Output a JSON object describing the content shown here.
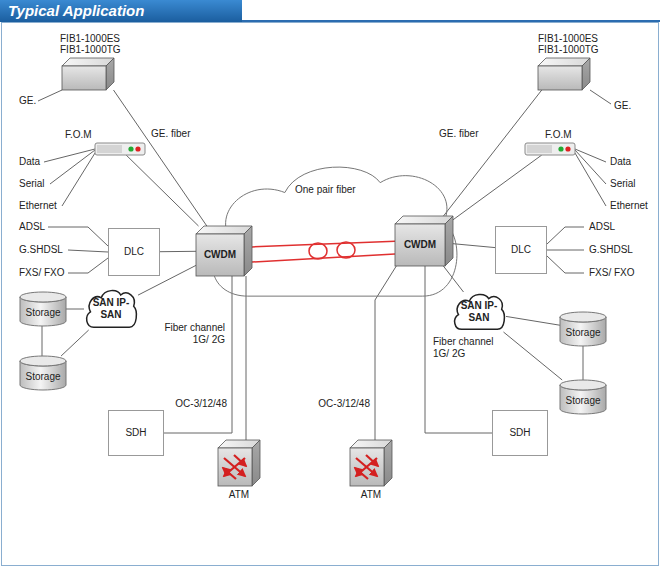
{
  "diagram": {
    "title": "Typical Application",
    "nodes": [
      {
        "text": [
          "FIB1-1000ES FIB1-1000TG"
        ]
      },
      {
        "text": [
          "FIB1-1000ES FIB1-1000TG"
        ]
      },
      {
        "text": [
          "F.O.M"
        ]
      },
      {
        "text": [
          "F.O.M"
        ]
      },
      {
        "text": [
          "One pair fiber"
        ]
      },
      {
        "text": [
          "CWDM"
        ]
      },
      {
        "text": [
          "CWDM"
        ]
      },
      {
        "text": [
          "DLC"
        ]
      },
      {
        "text": [
          "DLC"
        ]
      },
      {
        "text": [
          "Storage"
        ]
      },
      {
        "text": [
          "SAN IP-SAN"
        ]
      },
      {
        "text": [
          "SAN IP-SAN"
        ]
      },
      {
        "text": [
          "Storage"
        ]
      },
      {
        "text": [
          "Storage"
        ]
      },
      {
        "text": [
          "Storage"
        ]
      },
      {
        "text": [
          "SDH"
        ]
      },
      {
        "text": [
          "SDH"
        ]
      },
      {
        "text": [
          "ATM"
        ]
      },
      {
        "text": [
          "ATM"
        ]
      }
    ],
    "edges": [
      {
        "from": 0,
        "to": 5,
        "arrow": "none",
        "label": "GE. fiber"
      },
      {
        "from": 1,
        "to": 6,
        "arrow": "none",
        "label": "GE. fiber"
      },
      {
        "from": 2,
        "to": 5,
        "arrow": "none"
      },
      {
        "from": 3,
        "to": 6,
        "arrow": "none"
      },
      {
        "from": 7,
        "to": 5,
        "arrow": "none"
      },
      {
        "from": 8,
        "to": 6,
        "arrow": "none"
      },
      {
        "from": 10,
        "to": 5,
        "arrow": "none",
        "label": "Fiber channel 1G/ 2G"
      },
      {
        "from": 11,
        "to": 6,
        "arrow": "none",
        "label": "Fiber channel 1G/ 2G"
      },
      {
        "from": 15,
        "to": 5,
        "arrow": "none"
      },
      {
        "from": 16,
        "to": 6,
        "arrow": "none"
      },
      {
        "from": 17,
        "to": 5,
        "arrow": "none",
        "label": "OC-3/12/48"
      },
      {
        "from": 18,
        "to": 6,
        "arrow": "none",
        "label": "OC-3/12/48"
      },
      {
        "from": 5,
        "to": 6,
        "arrow": "none"
      },
      {
        "from": 9,
        "to": 10,
        "arrow": "none"
      },
      {
        "from": 13,
        "to": 10,
        "arrow": "none"
      },
      {
        "from": 9,
        "to": 13,
        "arrow": "none"
      },
      {
        "from": 12,
        "to": 11,
        "arrow": "none"
      },
      {
        "from": 14,
        "to": 11,
        "arrow": "none"
      },
      {
        "from": 12,
        "to": 14,
        "arrow": "none"
      }
    ],
    "labels": [
      "GE.",
      "Data",
      "Serial",
      "Ethernet",
      "ADSL",
      "G.SHDSL",
      "FXS/ FXO",
      "GE.",
      "Data",
      "Serial",
      "Ethernet",
      "ADSL",
      "G.SHDSL",
      "FXS/ FXO"
    ]
  }
}
